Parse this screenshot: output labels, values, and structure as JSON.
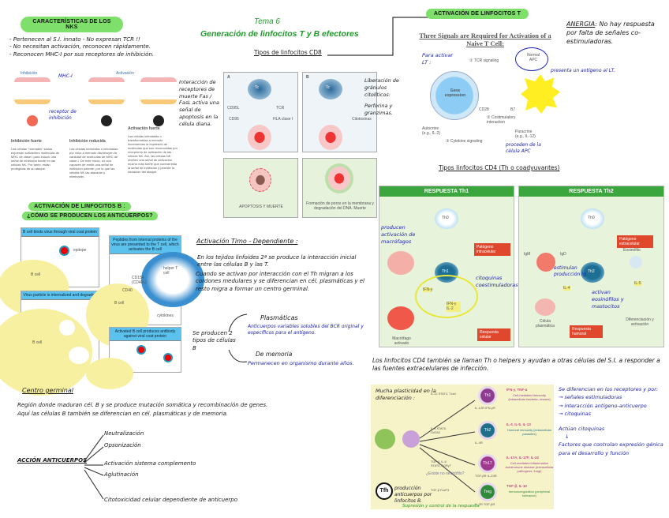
{
  "title": {
    "tema": "Tema 6",
    "main": "Generación de linfocitos T y B efectores"
  },
  "nk": {
    "pill": "CARACTERÍSTICAS DE LOS NKS",
    "bullets": [
      "- Pertenecen al S.I. innato  - No expresan TCR !!",
      "- No necesitan activación, reconocen rápidamente.",
      "- Reconocen MHC-I por sus receptores de inhibición."
    ],
    "fig": {
      "inhibition_label": "Inhibición",
      "activation_label": "Activación",
      "mhc_note": "MHC-I",
      "receptor_note": "receptor de inhibición",
      "col1_title": "Inhibición fuerte",
      "col1_text": "Las células \"normales\" sanas expresan suficientes moléculas de MHC de clase I para inducir una señal de inhibición fuerte en las células NK. Por tanto, están protegidas de su ataque.",
      "col2_title": "Inhibición reducida",
      "col2_text": "Las células tumorales o infectadas por virus a menudo disminuyen la cantidad de moléculas de MHC de clase I. De este modo, no son capaces de emitir una señal de inhibición potente, por lo que las células NK las atacarán y eliminarán.",
      "col3_title": "Activación fuerte",
      "col3_text": "Las células infectadas o transformadas a menudo incrementan la expresión de moléculas que son reconocidas por receptores de activación de las células NK. Así, las células NK reciben una señal de activación mucho más fuerte que contrarresta la señal de inhibición y permite la iniciación del ataque."
    }
  },
  "cd8": {
    "heading": "Tipos de linfocitos CD8",
    "left_note": "Interacción de receptores de muerte Fas / FasL activa una señal de apoptosis en la célula diana.",
    "left_note_highlight": "Fas / FasL",
    "right_note_1": "Liberación de gránulos citolíticos:",
    "right_note_2": "Perforina y granzimas.",
    "panel_a": {
      "letter": "A",
      "cell": "Tc",
      "labels": [
        "CD95L",
        "CD95",
        "TCR",
        "HLA clase I"
      ],
      "result": "APOPTOSIS Y MUERTE"
    },
    "panel_b": {
      "letter": "B",
      "cell": "Tc",
      "labels": [
        "Citotoxinas"
      ],
      "result": "Formación de poros en la membrana y degradación del DNA. Muerte"
    }
  },
  "t_activation": {
    "pill": "ACTIVACIÓN DE LINFOCITOS T",
    "fig_title": "Three Signals are Required for Activation of a Naive T Cell:",
    "anergia_term": "ANERGIA",
    "anergia_text": ": No hay respuesta por falta de señales co-estimuladoras.",
    "note_lt": "Para activar LT :",
    "note_apc": "presenta un antígeno al LT.",
    "note_cyto": "proceden de la célula APC",
    "labels": {
      "tcr": "① TCR signaling",
      "gene": "Gene expression",
      "apc": "Normal APC",
      "costim": "② Costimulatory interaction",
      "cytokine": "③ Cytokine signaling",
      "autocrine": "Autocrine (e.g., IL-2)",
      "paracrine": "Paracrine (e.g., IL-12)",
      "cd28": "CD28",
      "b7": "B7"
    }
  },
  "cd4": {
    "heading": "Tipos linfocitos CD4 (Th o coadyuvantes)",
    "th1": {
      "header": "RESPUESTA Th1",
      "th0": "Th0",
      "pathogen": "Patógeno intracelular",
      "th1": "Th1",
      "ifn": "IFN-γ",
      "ifn_il2": "IFN-γ IL-2",
      "macrophage": "Macrófago activado",
      "response": "Respuesta celular",
      "note_macro": "producen activación de macrófagos",
      "note_cito": "citoquinas coestimuladoras"
    },
    "th2": {
      "header": "RESPUESTA Th2",
      "th0": "Th0",
      "pathogen": "Patógeno extracelular",
      "th2": "Th2",
      "igm": "IgM",
      "igd": "IgD",
      "il4": "IL-4",
      "il5": "IL-5",
      "eosin": "Eosinófilo",
      "plasma": "Célula plasmática",
      "diff": "Diferenciación y activación",
      "response": "Respuesta humoral",
      "note_b": "estimulan producción Ig",
      "note_eos": "activan eosinófilos y mastocitos"
    },
    "text": "Los linfocitos CD4 también se llaman Th o helpers y ayudan a otras células del S.I. a responder a las fuentes extracelulares de infección.",
    "plasticity": {
      "note": "Mucha plasticidad en la diferenciación :",
      "tfh_note": "producción anticuerpos por linfocitos B.",
      "tfh": "Tfh",
      "neutro": "¿Existe no neutrófilo?",
      "subsets": [
        {
          "cell": "Th1",
          "cytokines": "IFN-γ, TNF-α",
          "function": "Cell-mediated immunity (intracellular bacteria, viruses)",
          "inducer": "IL-12 STAT4, T-bet",
          "receptors": "IL-12R  IFN-γR",
          "color": "#8c3d8f"
        },
        {
          "cell": "Th2",
          "cytokines": "IL-4, IL-5, IL-13",
          "function": "Humoral immunity (extracellular parasites)",
          "inducer": "IL-4 STAT6, GATA3",
          "receptors": "IL-4R",
          "color": "#1f6f8b"
        },
        {
          "cell": "Th17",
          "cytokines": "IL-17A, IL-17F, IL-22",
          "function": "Cell-mediated inflammation Autoimmune disease (extracellular pathogens, fungi)",
          "inducer": "TGF-β, IL-6 STAT3, RORγT",
          "receptors": "TGF-βR  IL-23R",
          "color": "#a03a8f"
        },
        {
          "cell": "Treg",
          "cytokines": "TGF-β, IL-10",
          "function": "Immunoregulation (peripheral tolerance)",
          "inducer": "TGF-β FoxP3",
          "receptors": "IL-2R  TGF-βR",
          "color": "#2f8a3a"
        }
      ],
      "treg_note": "Supresión y control de la respuesta"
    },
    "side_notes": [
      "Se diferencian en los receptores y por:",
      "→ señales estimuladoras",
      "→ interacción antígeno-anticuerpo",
      "→ citoquinas",
      "Actúan citoquinas",
      "↓",
      "Factores que controlan expresión génica para el desarrollo y función"
    ]
  },
  "b_activation": {
    "pill_line1": "ACTIVACIÓN DE LINFOCITOS B :",
    "pill_line2": "¿CÓMO SE PRODUCEN LOS ANTICUERPOS?",
    "panels": [
      "B cell binds virus through viral coat protein",
      "Virus particle is internalized and degraded",
      "Peptides from internal proteins of the virus are presented to the T cell, which activates the B cell",
      "Activated B cell produces antibody against viral coat protein"
    ],
    "labels": {
      "epitope": "epitope",
      "bcell": "B cell",
      "helper": "helper T cell",
      "cd40l": "CD154 (CD40L)",
      "cd40": "CD40",
      "cytokines": "cytokines"
    },
    "td_heading": "Activación Timo - Dependiente :",
    "td_text_1": "En los tejidos linfoides 2ª se produce la interacción inicial entre las células B y las T.",
    "td_text_2": "Cuando se activan por interacción con el Th migran a los cordones medulares y se diferencian en cél. plasmáticas y el resto migra a formar un centro germinal.",
    "two_types": "Se producen 2 tipos de células B",
    "plasma": "Plasmáticas",
    "plasma_note": "Anticuerpos variables solubles del BCR original y específicos para el antígeno.",
    "memory": "De memoria",
    "memory_note": "Permanecen en organismo durante años."
  },
  "germinal": {
    "heading": "Centro germinal",
    "text_1": "Región donde maduran cél. B y se produce mutación somática y recombinación de genes.",
    "text_2": "Aquí las células B también se diferencian en cél. plasmáticas y de memoria.",
    "action_label": "ACCIÓN ANTICUERPOS",
    "actions": [
      "Neutralización",
      "Opsonización",
      "Activación sistema complemento",
      "Aglutinación",
      "Citotoxicidad celular dependiente de anticuerpo"
    ]
  },
  "colors": {
    "pill": "#7ee06a",
    "title_green": "#1e9a2a",
    "note_blue": "#1b22b5",
    "panel_yellow": "#f7f3c8",
    "th_header": "#3aa63d",
    "red_box": "#e0482e"
  }
}
